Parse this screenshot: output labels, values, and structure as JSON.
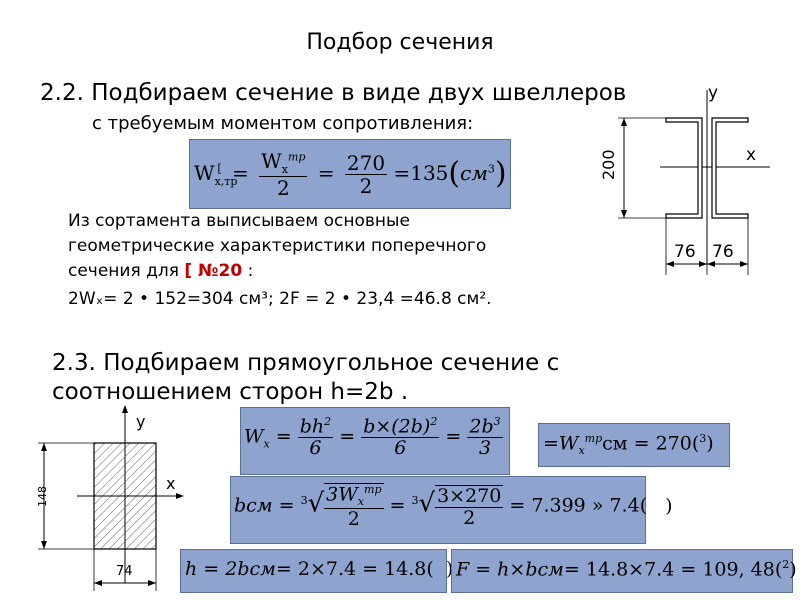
{
  "title": "Подбор сечения",
  "section_2_2": {
    "heading": "2.2. Подбираем сечение в виде двух швеллеров",
    "subtitle": "с требуемым моментом сопротивления:",
    "formula": {
      "lhs": "W",
      "lhs_sub": "x,тр",
      "lhs_sup": "[",
      "frac1_num": "W",
      "frac1_num_sup": "тр",
      "frac1_num_sub": "x",
      "frac1_den": "2",
      "frac2_num": "270",
      "frac2_den": "2",
      "result": "=135",
      "unit": "см",
      "unit_sup": "3"
    },
    "text_line1": "Из сортамента выписываем основные",
    "text_line2": "геометрические характеристики поперечного",
    "text_line3_prefix": "сечения для",
    "profile": "[ №20",
    "text_line3_suffix": ":",
    "result_line": "2Wₓ= 2 • 152=304 см³; 2F = 2 • 23,4 =46.8 см².",
    "drawing": {
      "height_label": "200",
      "width_left": "76",
      "width_right": "76",
      "axis_x": "x",
      "axis_y": "у"
    }
  },
  "section_2_3": {
    "heading_line1": "2.3. Подбираем прямоугольное сечение с",
    "heading_line2": "соотношением сторон h=2b .",
    "drawing": {
      "height_label": "148",
      "width_label": "74",
      "axis_x": "x",
      "axis_y": "у"
    },
    "formula1": {
      "lhs": "W",
      "lhs_sub": "x",
      "frac1_num": "bh",
      "frac1_num_sup": "2",
      "frac1_den": "6",
      "frac2_num": "b×(2b)",
      "frac2_num_sup": "2",
      "frac2_den": "6",
      "frac3_num": "2b",
      "frac3_num_sup": "3",
      "frac3_den": "3"
    },
    "formula2": {
      "text": "=W",
      "sub": "x",
      "sup": "тр",
      "tail": "см = 270(",
      "unit_sup": "3",
      "close": ")"
    },
    "formula3": {
      "lhs": "b",
      "lhs_unit": "см",
      "root_index": "3",
      "frac1_num": "3W",
      "frac1_num_sub": "x",
      "frac1_num_sup": "тр",
      "frac1_den": "2",
      "frac2_num": "3×270",
      "frac2_den": "2",
      "result": "= 7.399 » 7.4(",
      "close": ")"
    },
    "formula4": {
      "text": "h = 2b",
      "unit": "см",
      "mid": "= 2×7.4 = 14.8(",
      "close": ")"
    },
    "formula5": {
      "text": "F = h×b",
      "unit": "см",
      "mid": "= 14.8×7.4 = 109, 48(",
      "unit_sup": "2",
      "close": ")"
    }
  }
}
